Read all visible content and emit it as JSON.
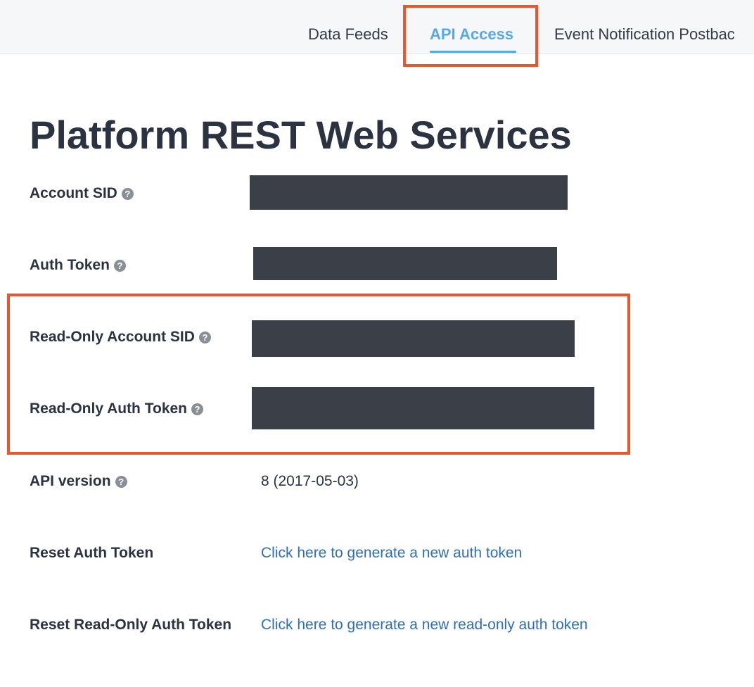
{
  "tabs": {
    "data_feeds": "Data Feeds",
    "api_access": "API Access",
    "event_notification": "Event Notification Postbac"
  },
  "page": {
    "title": "Platform REST Web Services"
  },
  "fields": {
    "account_sid": "Account SID",
    "auth_token": "Auth Token",
    "readonly_account_sid": "Read-Only Account SID",
    "readonly_auth_token": "Read-Only Auth Token",
    "api_version_label": "API version",
    "api_version_value": "8 (2017-05-03)",
    "reset_auth_token_label": "Reset Auth Token",
    "reset_auth_token_link": "Click here to generate a new auth token",
    "reset_readonly_auth_token_label": "Reset Read-Only Auth Token",
    "reset_readonly_auth_token_link": "Click here to generate a new read-only auth token"
  },
  "icons": {
    "help": "?"
  },
  "colors": {
    "active_tab": "#56a8ea",
    "highlight": "#e8582c",
    "link": "#2f6fb7",
    "redaction": "#3b3f47"
  }
}
